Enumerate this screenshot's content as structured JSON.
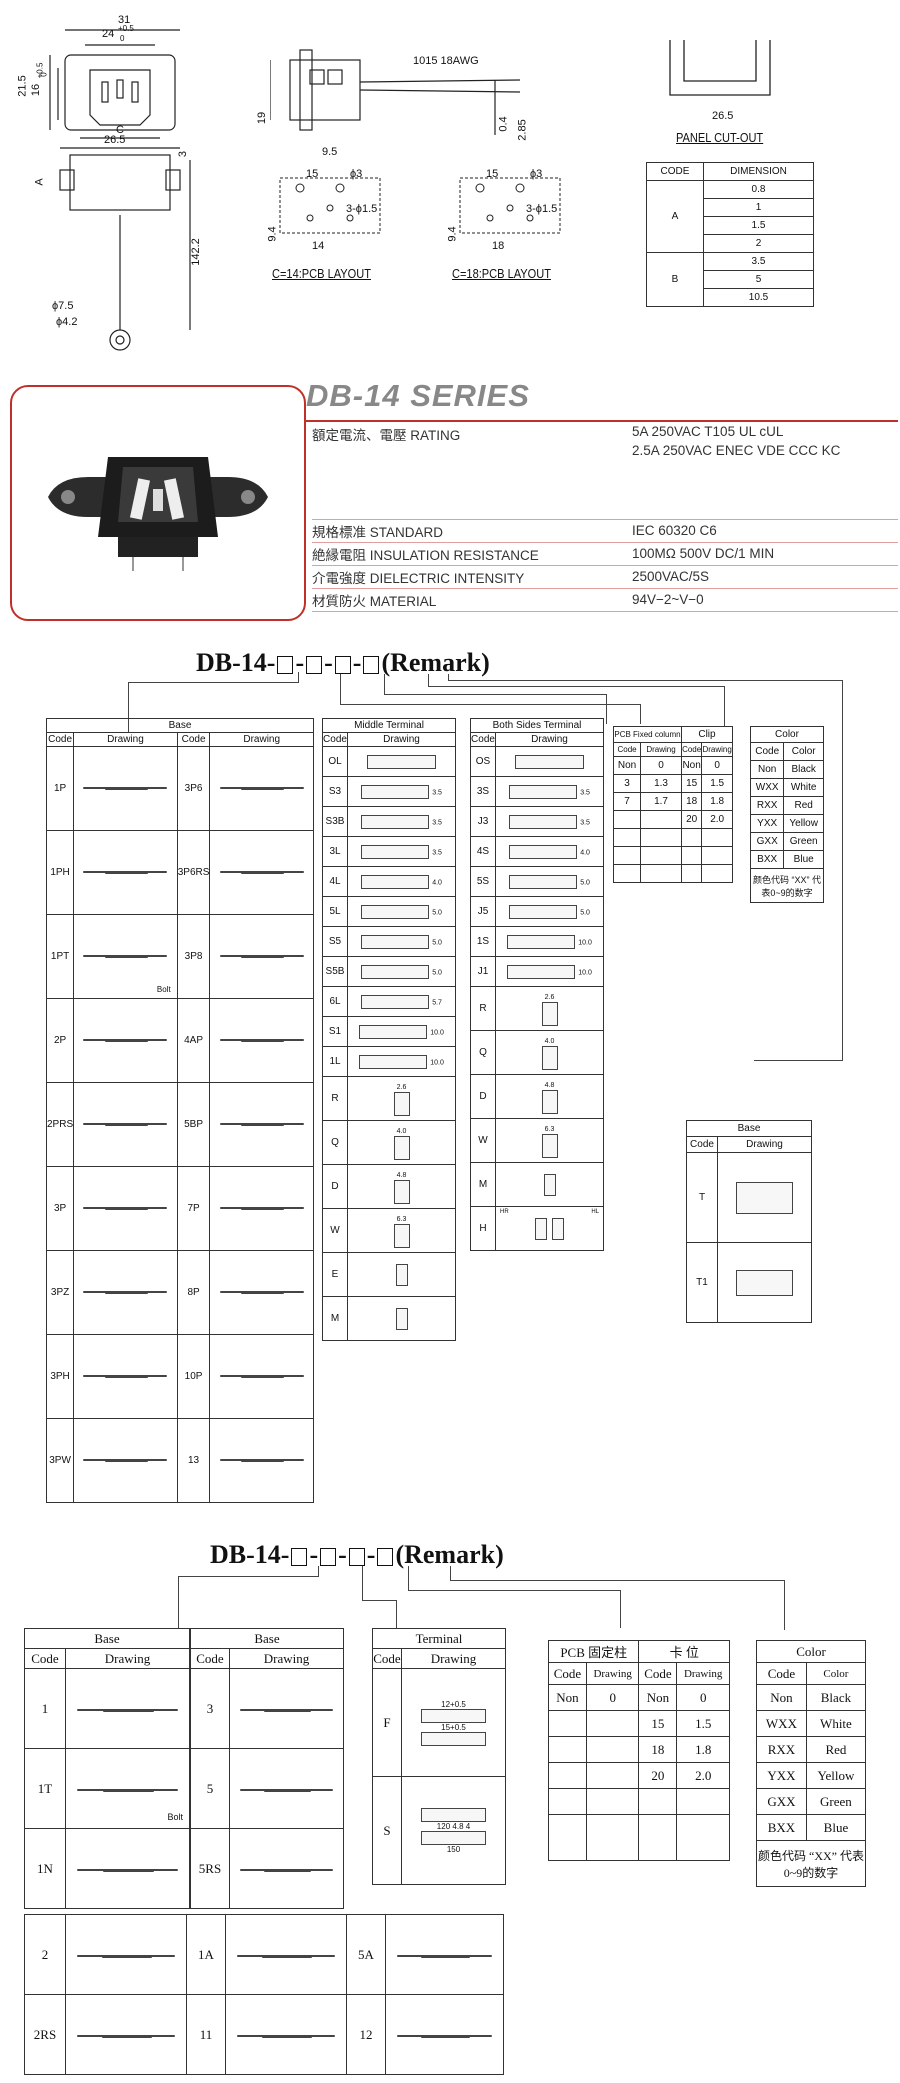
{
  "top_drawing": {
    "dims_front": [
      "31",
      "24",
      "+0.5",
      "0",
      "21.5",
      "16",
      "+0.5",
      "0",
      "C"
    ],
    "dims_side": [
      "1015 18AWG",
      "19",
      "9.5",
      "0.4",
      "2.85"
    ],
    "dims_bottom": [
      "26.5",
      "3",
      "A",
      "142.2",
      "7.5",
      "4.2"
    ],
    "layout1": {
      "w": "15",
      "h": "9.4",
      "pin": "14",
      "hole": "3",
      "holes": "3-",
      "holes_d": "1.5",
      "caption": "C=14:PCB LAYOUT"
    },
    "layout2": {
      "w": "15",
      "h": "9.4",
      "pin": "18",
      "hole": "3",
      "holes": "3-",
      "holes_d": "1.5",
      "caption": "C=18:PCB LAYOUT"
    },
    "phi": "ϕ"
  },
  "panel": {
    "dim": "26.5",
    "caption": "PANEL CUT-OUT"
  },
  "dim_table": {
    "headers": [
      "CODE",
      "DIMENSION"
    ],
    "rows": [
      {
        "code": "A",
        "values": [
          "0.8",
          "1",
          "1.5",
          "2"
        ]
      },
      {
        "code": "B",
        "values": [
          "3.5",
          "5",
          "10.5"
        ]
      }
    ]
  },
  "series": {
    "title": "DB-14 SERIES",
    "specs": [
      {
        "label": "額定電流、電壓 RATING",
        "value": "5A 250VAC T105 UL cUL",
        "value2": "2.5A 250VAC ENEC VDE CCC KC"
      },
      {
        "label": "規格標准 STANDARD",
        "value": "IEC 60320 C6"
      },
      {
        "label": "絶縁電阻 INSULATION RESISTANCE",
        "value": "100MΩ 500V DC/1 MIN"
      },
      {
        "label": "介電強度 DIELECTRIC INTENSITY",
        "value": "2500VAC/5S"
      },
      {
        "label": "材質防火 MATERIAL",
        "value": "94V−2~V−0"
      }
    ]
  },
  "order1": {
    "prefix": "DB-14-",
    "sep": "-",
    "remark": "(Remark)",
    "base": {
      "title": "Base",
      "code": "Code",
      "drawing": "Drawing",
      "left": [
        "1P",
        "1PH",
        "1PT",
        "2P",
        "2PRS",
        "3P",
        "3PZ",
        "3PH",
        "3PW"
      ],
      "right": [
        "3P6",
        "3P6RS",
        "3P8",
        "4AP",
        "5BP",
        "7P",
        "8P",
        "10P",
        "13"
      ],
      "bolt": "Bolt"
    },
    "middle": {
      "title": "Middle Terminal",
      "code": "Code",
      "drawing": "Drawing",
      "rows": [
        {
          "code": "OL",
          "dim": ""
        },
        {
          "code": "S3",
          "dim": "3.5"
        },
        {
          "code": "S3B",
          "dim": "3.5"
        },
        {
          "code": "3L",
          "dim": "3.5"
        },
        {
          "code": "4L",
          "dim": "4.0"
        },
        {
          "code": "5L",
          "dim": "5.0"
        },
        {
          "code": "S5",
          "dim": "5.0"
        },
        {
          "code": "S5B",
          "dim": "5.0"
        },
        {
          "code": "6L",
          "dim": "5.7"
        },
        {
          "code": "S1",
          "dim": "10.0"
        },
        {
          "code": "1L",
          "dim": "10.0"
        },
        {
          "code": "R",
          "dim": "2.6"
        },
        {
          "code": "Q",
          "dim": "4.0"
        },
        {
          "code": "D",
          "dim": "4.8"
        },
        {
          "code": "W",
          "dim": "6.3"
        },
        {
          "code": "E",
          "dim": ""
        },
        {
          "code": "M",
          "dim": ""
        }
      ]
    },
    "both": {
      "title": "Both Sides Terminal",
      "code": "Code",
      "drawing": "Drawing",
      "rows": [
        {
          "code": "OS",
          "dim": ""
        },
        {
          "code": "3S",
          "dim": "3.5"
        },
        {
          "code": "J3",
          "dim": "3.5"
        },
        {
          "code": "4S",
          "dim": "4.0"
        },
        {
          "code": "5S",
          "dim": "5.0"
        },
        {
          "code": "J5",
          "dim": "5.0"
        },
        {
          "code": "1S",
          "dim": "10.0"
        },
        {
          "code": "J1",
          "dim": "10.0"
        },
        {
          "code": "R",
          "dim": "2.6"
        },
        {
          "code": "Q",
          "dim": "4.0"
        },
        {
          "code": "D",
          "dim": "4.8"
        },
        {
          "code": "W",
          "dim": "6.3"
        },
        {
          "code": "M",
          "dim": ""
        },
        {
          "code": "H",
          "dim": ""
        }
      ],
      "hr": "HR",
      "hl": "HL"
    },
    "pcb": {
      "title": "PCB Fixed column",
      "clip": "Clip",
      "code": "Code",
      "drawing": "Drawing",
      "rows": [
        [
          "Non",
          "0",
          "Non",
          "0"
        ],
        [
          "3",
          "1.3",
          "15",
          "1.5"
        ],
        [
          "7",
          "1.7",
          "18",
          "1.8"
        ],
        [
          "",
          "",
          "20",
          "2.0"
        ]
      ]
    },
    "color": {
      "title": "Color",
      "code": "Code",
      "color": "Color",
      "rows": [
        [
          "Non",
          "Black"
        ],
        [
          "WXX",
          "White"
        ],
        [
          "RXX",
          "Red"
        ],
        [
          "YXX",
          "Yellow"
        ],
        [
          "GXX",
          "Green"
        ],
        [
          "BXX",
          "Blue"
        ]
      ],
      "note": "颜色代码 “XX” 代表0~9的数字"
    },
    "base2": {
      "title": "Base",
      "code": "Code",
      "drawing": "Drawing",
      "rows": [
        "T",
        "T1"
      ]
    }
  },
  "order2": {
    "prefix": "DB-14-",
    "sep": "-",
    "remark": "(Remark)",
    "base_left": {
      "title": "Base",
      "code": "Code",
      "drawing": "Drawing",
      "rows": [
        "1",
        "1T",
        "1N"
      ],
      "bolt": "Bolt"
    },
    "base_right": {
      "title": "Base",
      "code": "Code",
      "drawing": "Drawing",
      "rows": [
        "3",
        "5",
        "5RS"
      ]
    },
    "terminal": {
      "title": "Terminal",
      "code": "Code",
      "drawing": "Drawing",
      "rows": [
        "F",
        "S"
      ],
      "dims": [
        "12",
        "+0.5",
        "0",
        "4.8",
        "15",
        "+0.5",
        "0",
        "4"
      ]
    },
    "pcb": {
      "title": "PCB 固定柱",
      "clip": "卡 位",
      "code": "Code",
      "drawing": "Drawing",
      "rows": [
        [
          "Non",
          "0",
          "Non",
          "0"
        ],
        [
          "",
          "",
          "15",
          "1.5"
        ],
        [
          "",
          "",
          "18",
          "1.8"
        ],
        [
          "",
          "",
          "20",
          "2.0"
        ],
        [
          "",
          "",
          "",
          ""
        ]
      ]
    },
    "color": {
      "title": "Color",
      "code": "Code",
      "color": "Color",
      "rows": [
        [
          "Non",
          "Black"
        ],
        [
          "WXX",
          "White"
        ],
        [
          "RXX",
          "Red"
        ],
        [
          "YXX",
          "Yellow"
        ],
        [
          "GXX",
          "Green"
        ],
        [
          "BXX",
          "Blue"
        ]
      ],
      "note": "颜色代码 “XX” 代表0~9的数字"
    },
    "bottom": {
      "rows": [
        [
          "2",
          "1A",
          "5A"
        ],
        [
          "2RS",
          "11",
          "12"
        ]
      ]
    }
  }
}
